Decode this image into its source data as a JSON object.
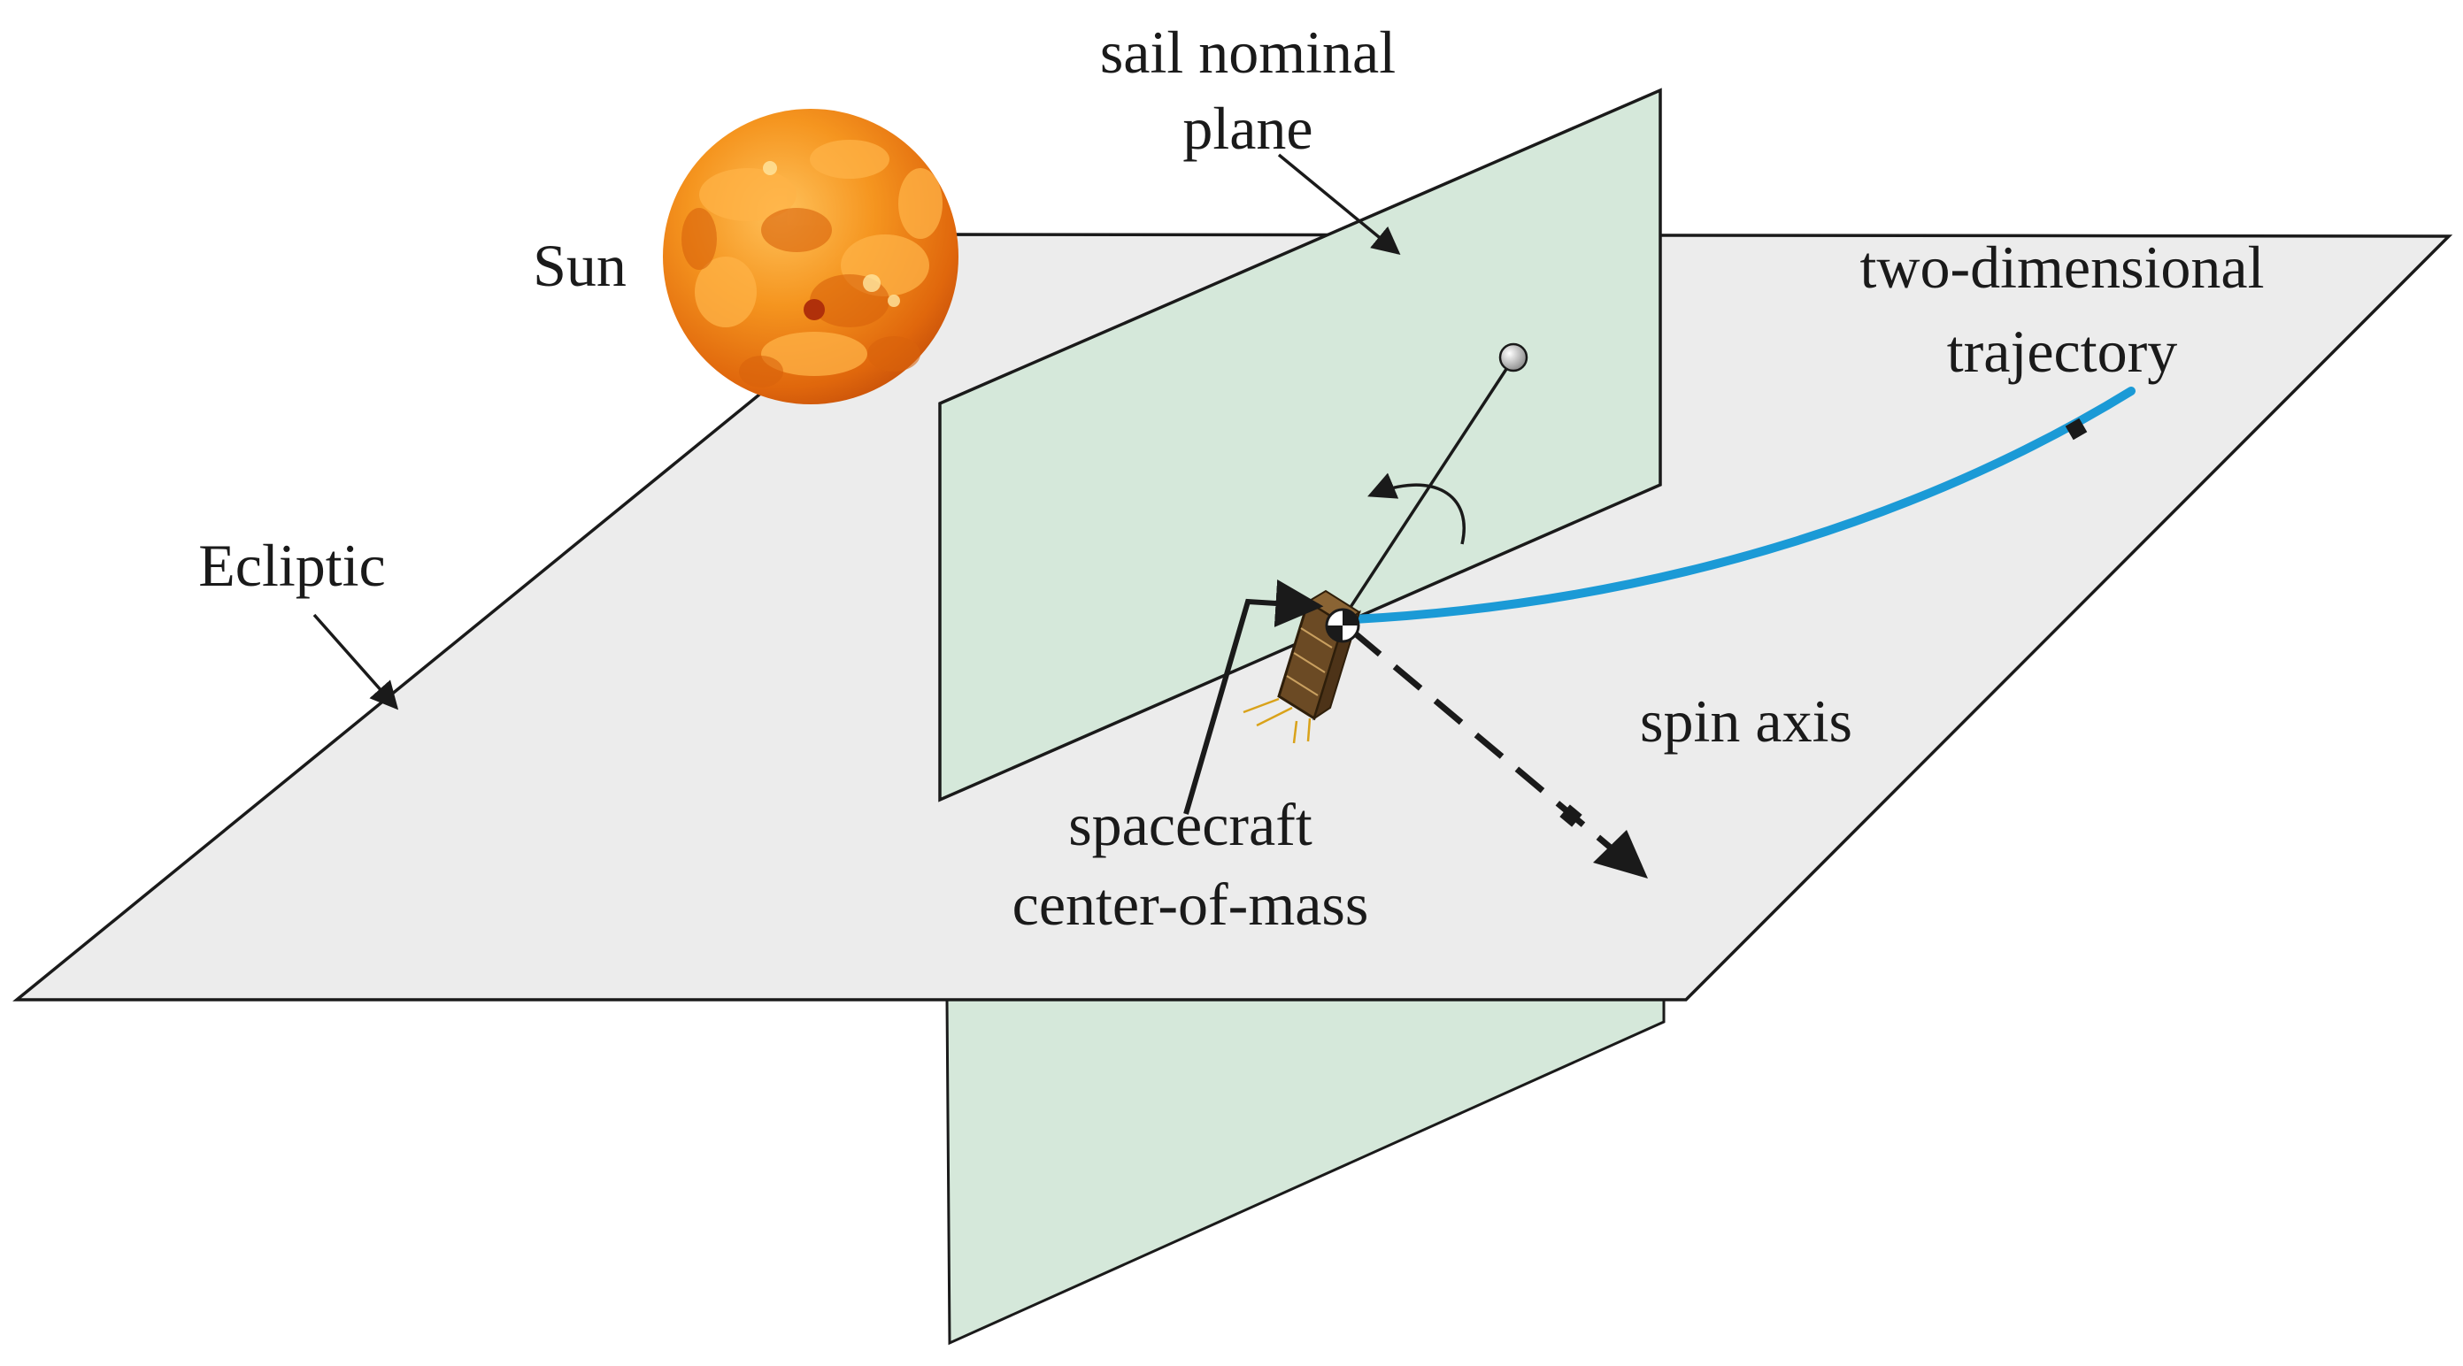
{
  "labels": {
    "sail_plane_line1": "sail nominal",
    "sail_plane_line2": "plane",
    "sun": "Sun",
    "trajectory_line1": "two-dimensional",
    "trajectory_line2": "trajectory",
    "ecliptic": "Ecliptic",
    "spin_axis": "spin axis",
    "cm_line1": "spacecraft",
    "cm_line2": "center-of-mass"
  },
  "colors": {
    "ecliptic_fill": "#ececec",
    "sail_fill": "#d5e8da",
    "trajectory": "#1b9ad6",
    "sun_base": "#f08a1c",
    "outline": "#1a1a1a"
  },
  "icons": {
    "sun": "sun-sphere",
    "spacecraft": "cubesat",
    "center_of_mass": "center-of-mass-symbol"
  }
}
